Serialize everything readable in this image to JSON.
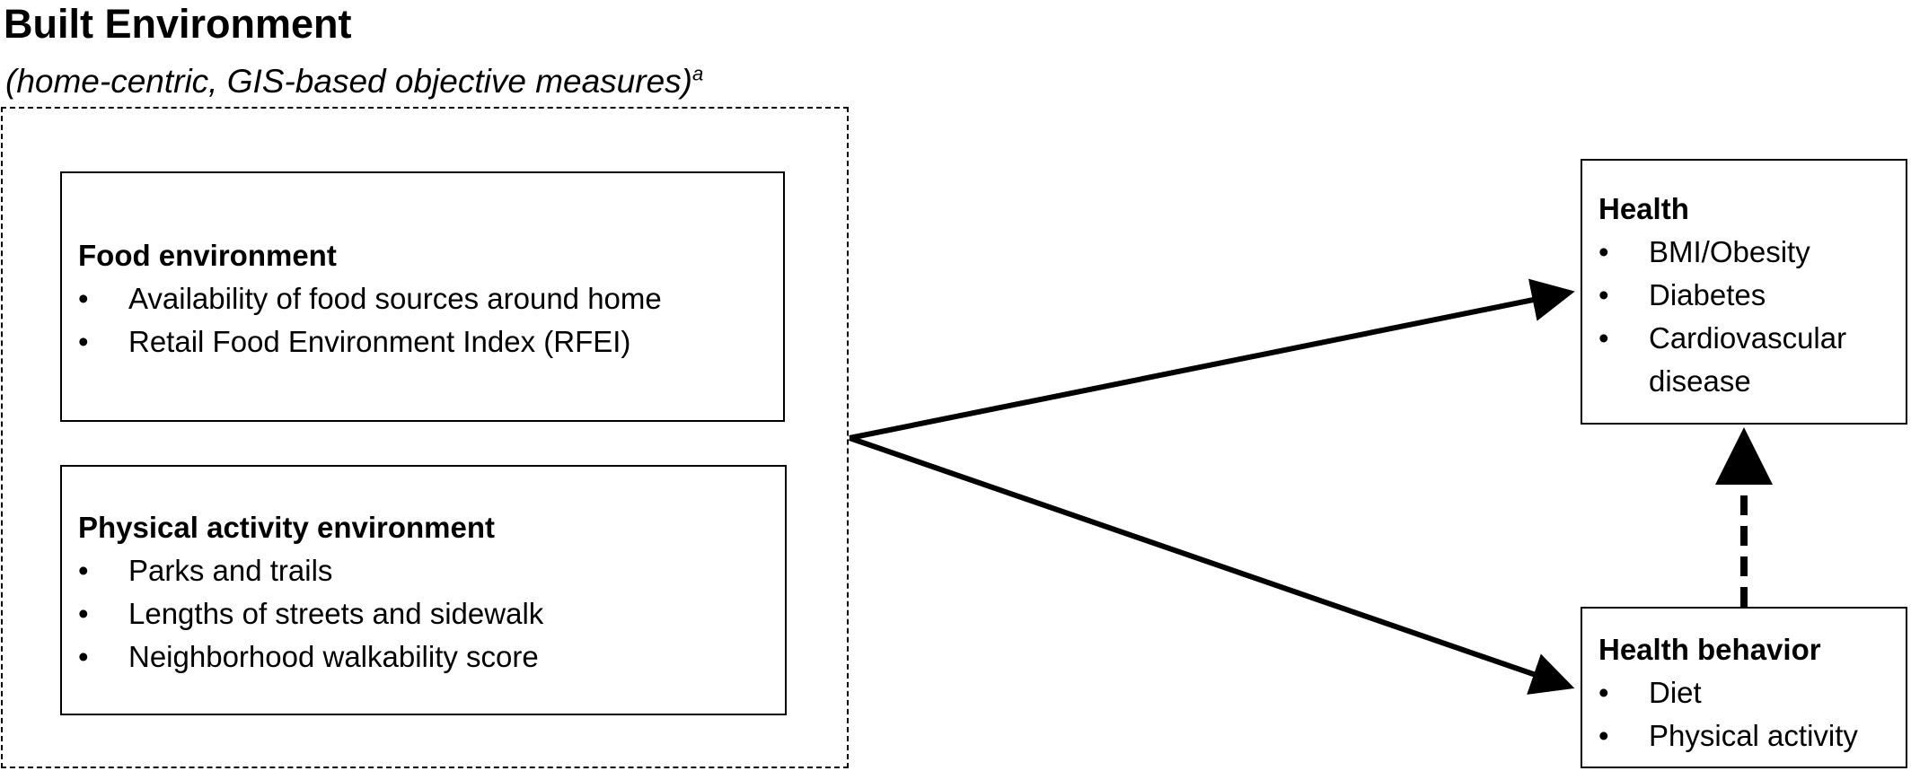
{
  "title": "Built Environment",
  "subtitle": {
    "text": "(home-centric, GIS-based objective measures)",
    "superscript": "a"
  },
  "food_environment": {
    "heading": "Food environment",
    "items": [
      "Availability of food sources around home",
      "Retail Food Environment Index (RFEI)"
    ]
  },
  "physical_activity_environment": {
    "heading": "Physical activity environment",
    "items": [
      "Parks and trails",
      "Lengths of streets and sidewalk",
      "Neighborhood walkability score"
    ]
  },
  "health": {
    "heading": "Health",
    "items": [
      "BMI/Obesity",
      "Diabetes",
      "Cardiovascular disease"
    ]
  },
  "health_behavior": {
    "heading": "Health behavior",
    "items": [
      "Diet",
      "Physical activity"
    ]
  }
}
